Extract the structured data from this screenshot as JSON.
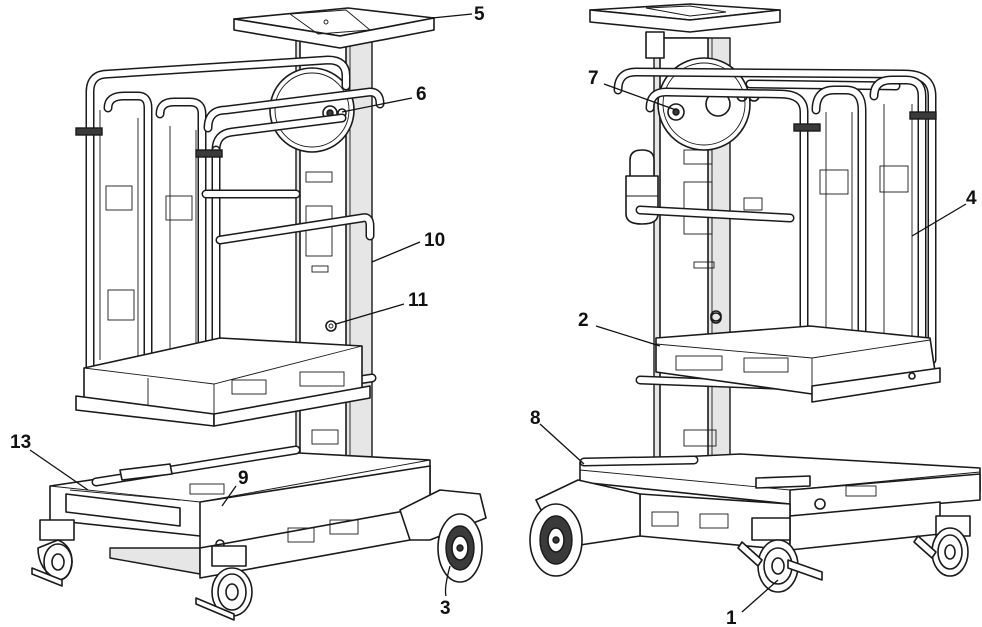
{
  "colors": {
    "line": "#1a1a1a",
    "panel": "#e6e6e6",
    "background": "#ffffff"
  },
  "callouts": [
    {
      "label": "5"
    },
    {
      "label": "6"
    },
    {
      "label": "10"
    },
    {
      "label": "11"
    },
    {
      "label": "13"
    },
    {
      "label": "9"
    },
    {
      "label": "3"
    },
    {
      "label": "7"
    },
    {
      "label": "4"
    },
    {
      "label": "2"
    },
    {
      "label": "8"
    },
    {
      "label": "1"
    }
  ]
}
